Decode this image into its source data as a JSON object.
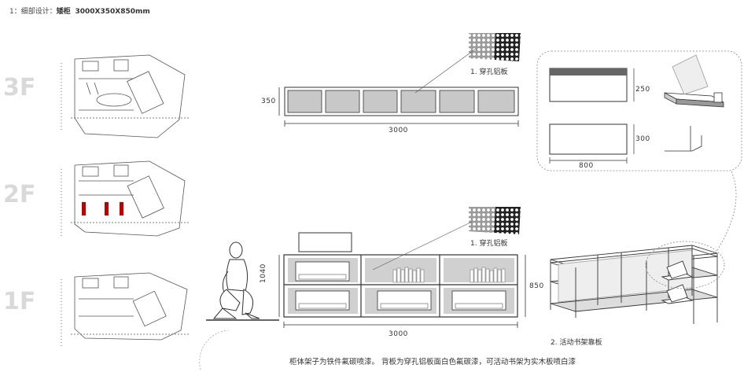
{
  "title": {
    "prefix": "1：细部设计：",
    "name": "矮柜",
    "size": "3000X350X850mm"
  },
  "floors": [
    "3F",
    "2F",
    "1F"
  ],
  "top_view": {
    "label": "1. 穿孔铝板",
    "depth": "350",
    "width": "3000"
  },
  "detail_panel": {
    "height_top": "250",
    "height_bottom": "300",
    "width": "800"
  },
  "front_view": {
    "label": "1. 穿孔铝板",
    "width": "3000",
    "height": "850",
    "person_height": "1040"
  },
  "iso_view": {
    "label": "2. 活动书架靠板"
  },
  "caption": "柜体架子为铁件氟碳喷漆。 背板为穿孔铝板面白色氟碳漆，可活动书架为实木板喷白漆",
  "colors": {
    "line": "#333333",
    "panel_fill": "#c8c8c8",
    "accent_red": "#c00000",
    "floor_text": "#d9d9d9"
  }
}
